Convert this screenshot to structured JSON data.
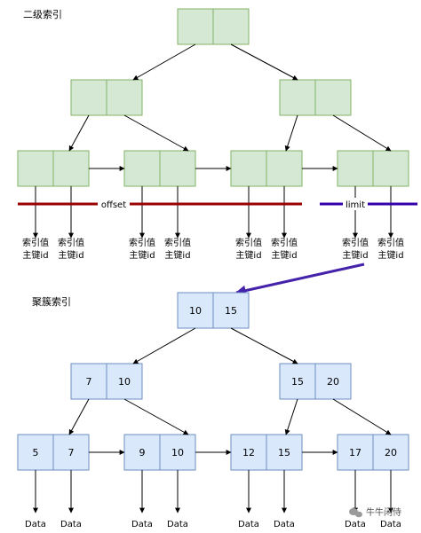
{
  "secondary_index": {
    "title": "二级索引",
    "leaf_value_label": "索引值",
    "leaf_key_label": "主键id",
    "offset_label": "offset",
    "limit_label": "limit",
    "colors": {
      "fill": "#d5e8d4",
      "stroke": "#82b366"
    }
  },
  "clustered_index": {
    "title": "聚簇索引",
    "root": [
      "10",
      "15"
    ],
    "internal_left": [
      "7",
      "10"
    ],
    "internal_right": [
      "15",
      "20"
    ],
    "leaves": [
      [
        "5",
        "7"
      ],
      [
        "9",
        "10"
      ],
      [
        "12",
        "15"
      ],
      [
        "17",
        "20"
      ]
    ],
    "data_label": "Data",
    "colors": {
      "fill": "#dae8fc",
      "stroke": "#6c8ebf"
    }
  },
  "colors": {
    "offset_line": "#990000",
    "limit_line": "#3300aa",
    "jump_arrow": "#4422aa"
  },
  "watermark": "牛牛闲侍"
}
